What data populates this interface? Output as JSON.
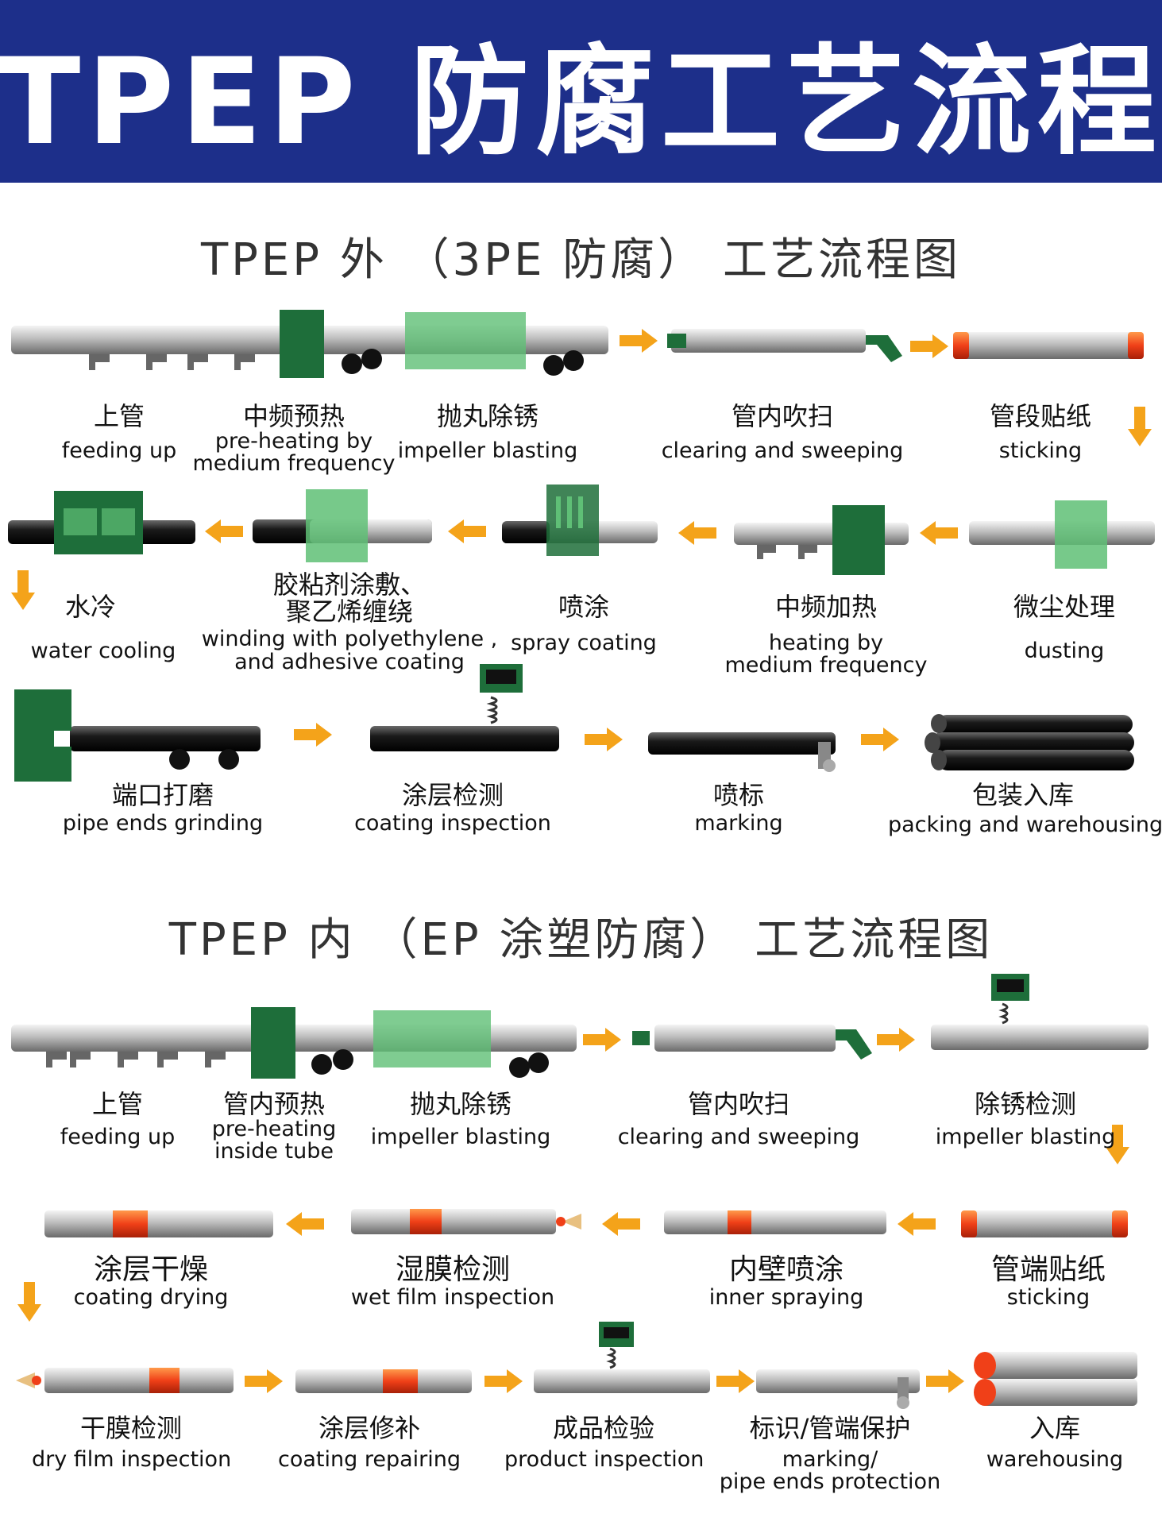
{
  "header": {
    "title": "TPEP 防腐工艺流程"
  },
  "colors": {
    "banner": "#1d2f8a",
    "machine_green": "#1e6e3a",
    "light_green": "#5fbf76",
    "arrow_orange": "#f4a31a",
    "pipe_grey": "#d8d8d8",
    "pipe_black": "#1a1a1a",
    "coating_red": "#f04018"
  },
  "outer": {
    "title": "TPEP 外 （3PE 防腐） 工艺流程图",
    "steps": [
      {
        "cn": "上管",
        "en": [
          "feeding up"
        ]
      },
      {
        "cn": "中频预热",
        "en": [
          "pre-heating by",
          "medium frequency"
        ]
      },
      {
        "cn": "抛丸除锈",
        "en": [
          "impeller blasting"
        ]
      },
      {
        "cn": "管内吹扫",
        "en": [
          "clearing and sweeping"
        ]
      },
      {
        "cn": "管段贴纸",
        "en": [
          "sticking"
        ]
      },
      {
        "cn": "水冷",
        "en": [
          "water cooling"
        ]
      },
      {
        "cn": "胶粘剂涂敷、\n聚乙烯缠绕",
        "en": [
          "winding with polyethylene ,",
          "and adhesive coating"
        ]
      },
      {
        "cn": "喷涂",
        "en": [
          "spray coating"
        ]
      },
      {
        "cn": "中频加热",
        "en": [
          "heating by",
          "medium frequency"
        ]
      },
      {
        "cn": "微尘处理",
        "en": [
          "dusting"
        ]
      },
      {
        "cn": "端口打磨",
        "en": [
          "pipe ends grinding"
        ]
      },
      {
        "cn": "涂层检测",
        "en": [
          "coating inspection"
        ]
      },
      {
        "cn": "喷标",
        "en": [
          "marking"
        ]
      },
      {
        "cn": "包装入库",
        "en": [
          "packing and warehousing"
        ]
      }
    ]
  },
  "inner": {
    "title": "TPEP 内 （EP 涂塑防腐） 工艺流程图",
    "steps": [
      {
        "cn": "上管",
        "en": [
          "feeding up"
        ]
      },
      {
        "cn": "管内预热",
        "en": [
          "pre-heating",
          "inside tube"
        ]
      },
      {
        "cn": "抛丸除锈",
        "en": [
          "impeller blasting"
        ]
      },
      {
        "cn": "管内吹扫",
        "en": [
          "clearing and sweeping"
        ]
      },
      {
        "cn": "除锈检测",
        "en": [
          "impeller blasting"
        ]
      },
      {
        "cn": "涂层干燥",
        "en": [
          "coating drying"
        ]
      },
      {
        "cn": "湿膜检测",
        "en": [
          "wet film inspection"
        ]
      },
      {
        "cn": "内壁喷涂",
        "en": [
          "inner spraying"
        ]
      },
      {
        "cn": "管端贴纸",
        "en": [
          "sticking"
        ]
      },
      {
        "cn": "干膜检测",
        "en": [
          "dry film inspection"
        ]
      },
      {
        "cn": "涂层修补",
        "en": [
          "coating repairing"
        ]
      },
      {
        "cn": "成品检验",
        "en": [
          "product inspection"
        ]
      },
      {
        "cn": "标识/管端保护",
        "en": [
          "marking/",
          "pipe ends protection"
        ]
      },
      {
        "cn": "入库",
        "en": [
          "warehousing"
        ]
      }
    ]
  }
}
